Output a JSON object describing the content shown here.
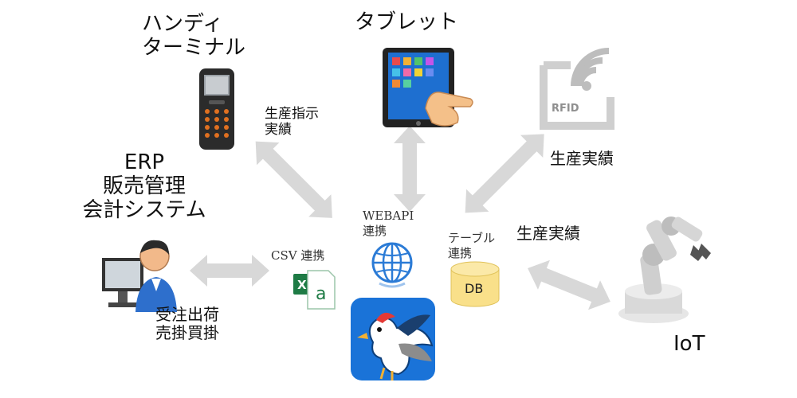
{
  "nodes": {
    "handy_terminal": {
      "line1": "ハンディ",
      "line2": "ターミナル"
    },
    "tablet": {
      "label": "タブレット"
    },
    "rfid": {
      "tag_text": "RFID"
    },
    "erp": {
      "line1": "ERP",
      "line2": "販売管理",
      "line3": "会計システム"
    },
    "iot": {
      "label": "IoT"
    },
    "db": {
      "label": "DB"
    }
  },
  "edges": {
    "handy_terminal": {
      "line1": "生産指示",
      "line2": "実績"
    },
    "rfid": {
      "label": "生産実績"
    },
    "iot": {
      "label": "生産実績"
    },
    "erp": {
      "line1": "受注出荷",
      "line2": "売掛買掛"
    }
  },
  "hub": {
    "csv": "CSV 連携",
    "webapi": {
      "line1": "WEBAPI",
      "line2": "連携"
    },
    "table": {
      "line1": "テーブル",
      "line2": "連携"
    }
  },
  "colors": {
    "arrow": "#d8d8d8",
    "tablet_screen": "#1e6fd0",
    "db_fill": "#f9e08a",
    "app_bg": "#1a73d8",
    "excel_green": "#1e7b45"
  }
}
